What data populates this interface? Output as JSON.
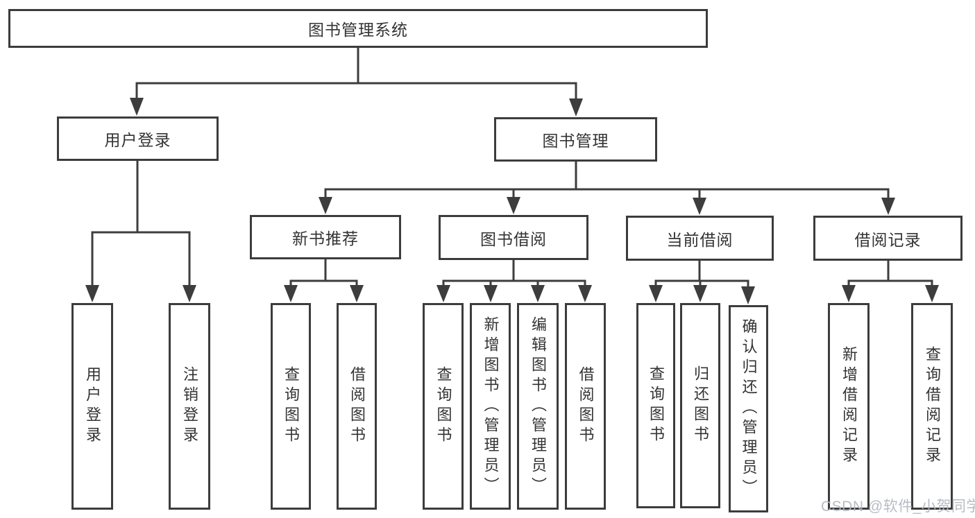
{
  "diagram_title": "图书管理系统",
  "colors": {
    "line": "#3d3d3d",
    "box_border": "#3c3c3c",
    "text": "#333333",
    "background": "#ffffff",
    "watermark": "#b2b5be"
  },
  "nodes": {
    "root": {
      "label": "图书管理系统"
    },
    "user_login": {
      "label": "用户登录"
    },
    "book_mgmt": {
      "label": "图书管理"
    },
    "new_book_rec": {
      "label": "新书推荐"
    },
    "book_borrow": {
      "label": "图书借阅"
    },
    "current_borrow": {
      "label": "当前借阅"
    },
    "borrow_record": {
      "label": "借阅记录"
    },
    "leaf_user_login": {
      "label": "用户登录"
    },
    "leaf_logout": {
      "label": "注销登录"
    },
    "leaf_rec_query": {
      "label": "查询图书"
    },
    "leaf_rec_borrow": {
      "label": "借阅图书"
    },
    "leaf_bb_query": {
      "label": "查询图书"
    },
    "leaf_bb_add": {
      "label": "新增图书（管理员）"
    },
    "leaf_bb_edit": {
      "label": "编辑图书（管理员）"
    },
    "leaf_bb_borrow": {
      "label": "借阅图书"
    },
    "leaf_cb_query": {
      "label": "查询图书"
    },
    "leaf_cb_return": {
      "label": "归还图书"
    },
    "leaf_cb_confirm": {
      "label": "确认归还（管理员）"
    },
    "leaf_br_add": {
      "label": "新增借阅记录"
    },
    "leaf_br_query": {
      "label": "查询借阅记录"
    }
  },
  "hierarchy": {
    "图书管理系统": {
      "用户登录": [
        "用户登录",
        "注销登录"
      ],
      "图书管理": {
        "新书推荐": [
          "查询图书",
          "借阅图书"
        ],
        "图书借阅": [
          "查询图书",
          "新增图书（管理员）",
          "编辑图书（管理员）",
          "借阅图书"
        ],
        "当前借阅": [
          "查询图书",
          "归还图书",
          "确认归还（管理员）"
        ],
        "借阅记录": [
          "新增借阅记录",
          "查询借阅记录"
        ]
      }
    }
  },
  "watermark": {
    "text": "CSDN @软件_小贺同学"
  }
}
